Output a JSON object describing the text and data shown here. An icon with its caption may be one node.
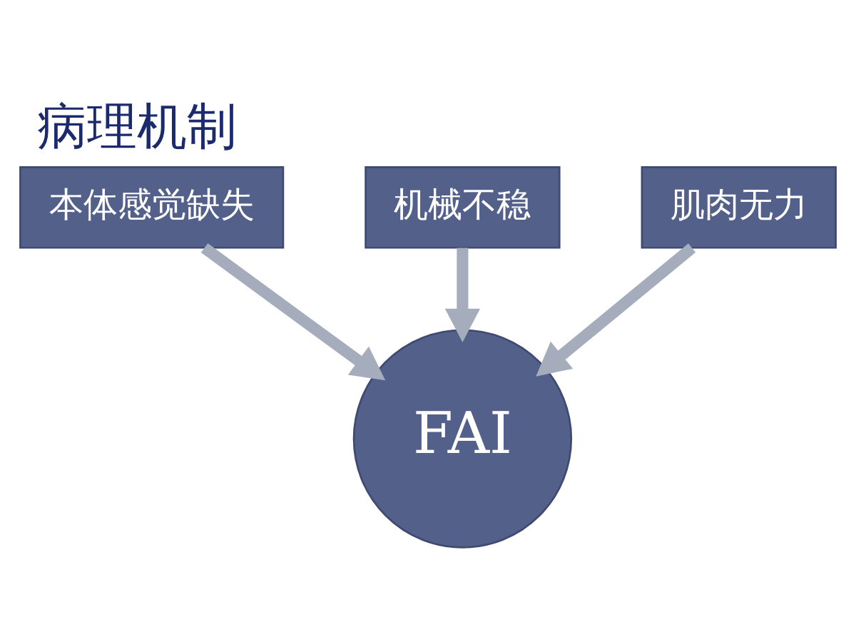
{
  "diagram": {
    "title": "病理机制",
    "nodes": [
      {
        "text": [
          "机械不稳"
        ]
      },
      {
        "text": [
          "本体感觉缺失"
        ]
      },
      {
        "text": [
          "肌肉无力"
        ]
      },
      {
        "text": [
          "FAI"
        ]
      }
    ],
    "edges": [
      {
        "from": 0,
        "to": 3,
        "arrow": "to"
      },
      {
        "from": 1,
        "to": 3,
        "arrow": "to"
      },
      {
        "from": 2,
        "to": 3,
        "arrow": "to"
      }
    ]
  }
}
